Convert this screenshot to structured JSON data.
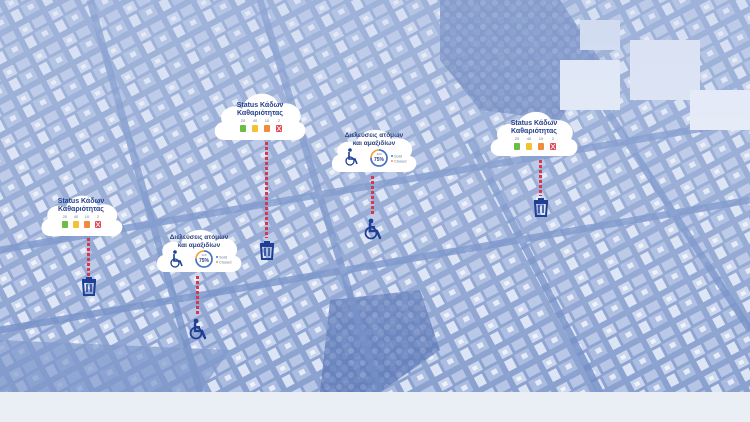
{
  "colors": {
    "accent_blue": "#1f3f95",
    "pin_red": "#d9364e",
    "bin_green": "#6cbd45",
    "bin_yellow": "#f2c230",
    "bin_orange": "#f08a3c",
    "bin_red": "#e24652",
    "ring_blue": "#3a73d6",
    "ring_orange": "#f39a3a"
  },
  "bin_cards": [
    {
      "title_line1": "Status Κάδων",
      "title_line2": "Καθαριότητας",
      "counts": [
        "20",
        "40",
        "10",
        "2"
      ]
    },
    {
      "title_line1": "Status Κάδων",
      "title_line2": "Καθαριότητας",
      "counts": [
        "20",
        "40",
        "10",
        "2"
      ]
    },
    {
      "title_line1": "Status Κάδων",
      "title_line2": "Καθαριότητας",
      "counts": [
        "20",
        "40",
        "10",
        "2"
      ]
    }
  ],
  "access_cards": [
    {
      "title_line1": "Διελεύσεις ατόμων",
      "title_line2": "και αμαξιδίων",
      "ring_top": "120",
      "ring_pct": "75%",
      "legend_a": "Sold",
      "legend_b": "Closed"
    },
    {
      "title_line1": "Διελεύσεις ατόμων",
      "title_line2": "και αμαξιδίων",
      "ring_top": "120",
      "ring_pct": "75%",
      "legend_a": "Sold",
      "legend_b": "Closed"
    }
  ],
  "icons": {
    "bin_marker": "trash-bin-icon",
    "access_marker": "wheelchair-icon"
  }
}
